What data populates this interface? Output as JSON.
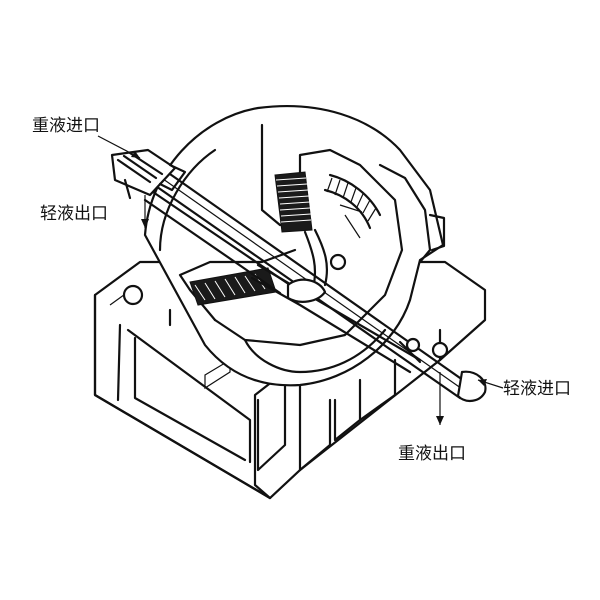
{
  "labels": {
    "heavy_liquid_inlet": "重液进口",
    "light_liquid_outlet": "轻液出口",
    "light_liquid_inlet": "轻液进口",
    "heavy_liquid_outlet": "重液出口"
  },
  "colors": {
    "ink": "#111111",
    "background": "#ffffff"
  }
}
